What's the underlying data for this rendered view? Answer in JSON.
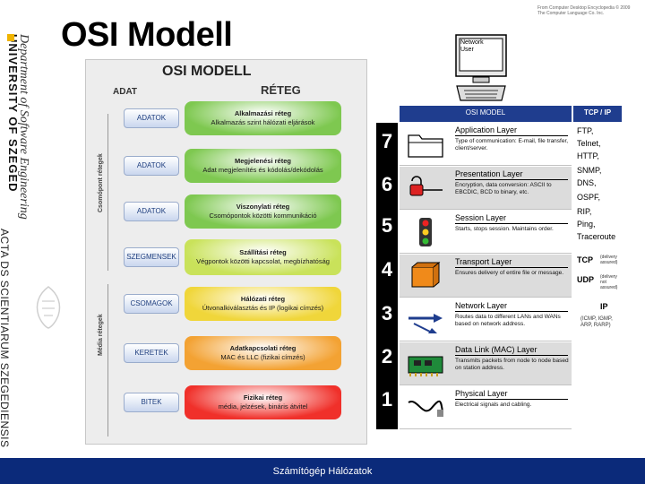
{
  "branding": {
    "department": "Department of Software Engineering",
    "university": "UNIVERSITY OF SZEGED",
    "motto": "ACTA DS SCIENTIARUM SZEGEDIENSIS"
  },
  "slide": {
    "title": "OSI Modell"
  },
  "diagram": {
    "title": "OSI MODELL",
    "data_header": "ADAT",
    "layer_header": "RÉTEG",
    "upper_side_label": "Csomópont rétegek",
    "lower_side_label": "Média rétegek",
    "rows": [
      {
        "data": "ADATOK",
        "name": "Alkalmazási réteg",
        "desc": "Alkalmazás szint  hálózati eljárások",
        "color": "#7ec850"
      },
      {
        "data": "ADATOK",
        "name": "Megjelenési réteg",
        "desc": "Adat megjelenítés és kódolás/dekódolás",
        "color": "#7ec850"
      },
      {
        "data": "ADATOK",
        "name": "Viszonylati réteg",
        "desc": "Csomópontok közötti kommunikáció",
        "color": "#7ec850"
      },
      {
        "data": "SZEGMENSEK",
        "name": "Szállítási réteg",
        "desc": "Végpontok közötti kapcsolat, megbízhatóság",
        "color": "#c9e25a"
      },
      {
        "data": "CSOMAGOK",
        "name": "Hálózati réteg",
        "desc": "Útvonalkiválasztás és IP (logikai címzés)",
        "color": "#f0d63a"
      },
      {
        "data": "KERETEK",
        "name": "Adatkapcsolati réteg",
        "desc": "MAC és LLC (fizikai címzés)",
        "color": "#f3a233"
      },
      {
        "data": "BITEK",
        "name": "Fizikai réteg",
        "desc": "média, jelzések, bináris átvitel",
        "color": "#f0302a"
      }
    ]
  },
  "layer_numbers": [
    "7",
    "6",
    "5",
    "4",
    "3",
    "2",
    "1"
  ],
  "reference": {
    "copyright": "From Computer Desktop Encyclopedia © 2009 The Computer Language Co. Inc.",
    "network_user": "Network User",
    "osi_header": "OSI MODEL",
    "tcp_header": "TCP / IP",
    "rows": [
      {
        "name": "Application Layer",
        "desc": "Type of communication: E-mail, file transfer, client/server."
      },
      {
        "name": "Presentation Layer",
        "desc": "Encryption, data conversion: ASCII to EBCDIC, BCD to binary, etc."
      },
      {
        "name": "Session Layer",
        "desc": "Starts, stops session. Maintains order."
      },
      {
        "name": "Transport Layer",
        "desc": "Ensures delivery of entire file or message."
      },
      {
        "name": "Network Layer",
        "desc": "Routes data to different LANs and WANs based on network address."
      },
      {
        "name": "Data Link (MAC) Layer",
        "desc": "Transmits packets from node to node based on station address."
      },
      {
        "name": "Physical Layer",
        "desc": "Electrical signals and cabling."
      }
    ],
    "tcp_upper": [
      "FTP,",
      "Telnet,",
      "HTTP,",
      "SNMP,",
      "DNS,",
      "OSPF,",
      "RIP,",
      "Ping,",
      "Traceroute"
    ],
    "tcp_transport": [
      {
        "proto": "TCP",
        "note": "(delivery assured)"
      },
      {
        "proto": "UDP",
        "note": "(delivery not assured)"
      }
    ],
    "tcp_network": [
      "IP",
      "(ICMP, IGMP, ARP, RARP)"
    ]
  },
  "footer": {
    "text": "Számítógép Hálózatok"
  }
}
